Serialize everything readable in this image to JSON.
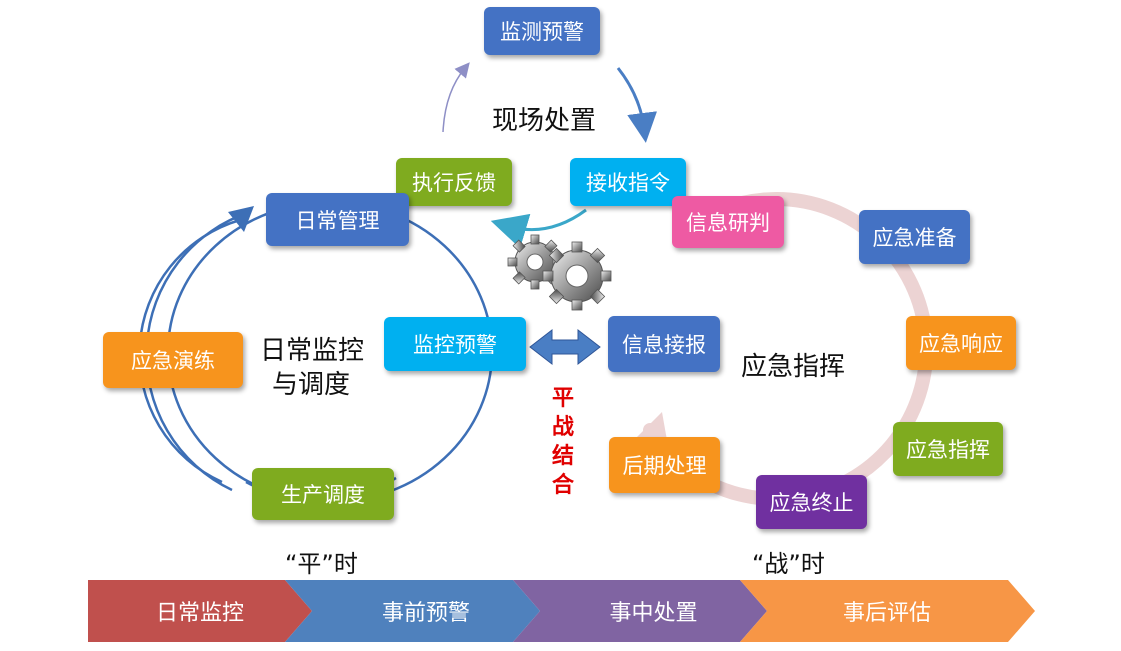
{
  "colors": {
    "blue": "#4472c4",
    "cyan": "#00b0f0",
    "green": "#7fab1f",
    "orange": "#f7941d",
    "pink": "#ee5aa3",
    "purple": "#7030a0",
    "red_accent": "#e00000",
    "chevron_red": "#c0504d",
    "chevron_blue": "#4f81bd",
    "chevron_purple": "#8064a2",
    "chevron_orange": "#f79646"
  },
  "top": {
    "monitor_box": "监测预警",
    "field_label": "现场处置",
    "feedback_box": "执行反馈",
    "receive_box": "接收指令"
  },
  "left_cycle": {
    "daily_mgmt": "日常管理",
    "drill": "应急演练",
    "production": "生产调度",
    "monitor_warn": "监控预警",
    "center_line1": "日常监控",
    "center_line2": "与调度",
    "caption": "“平”时"
  },
  "right_cycle": {
    "info_study": "信息研判",
    "prep": "应急准备",
    "response": "应急响应",
    "command_box": "应急指挥",
    "terminate": "应急终止",
    "aftermath": "后期处理",
    "info_report": "信息接报",
    "center": "应急指挥",
    "caption": "“战”时"
  },
  "middle": {
    "chars": [
      "平",
      "战",
      "结",
      "合"
    ]
  },
  "bottom_bar": [
    "日常监控",
    "事前预警",
    "事中处置",
    "事后评估"
  ]
}
